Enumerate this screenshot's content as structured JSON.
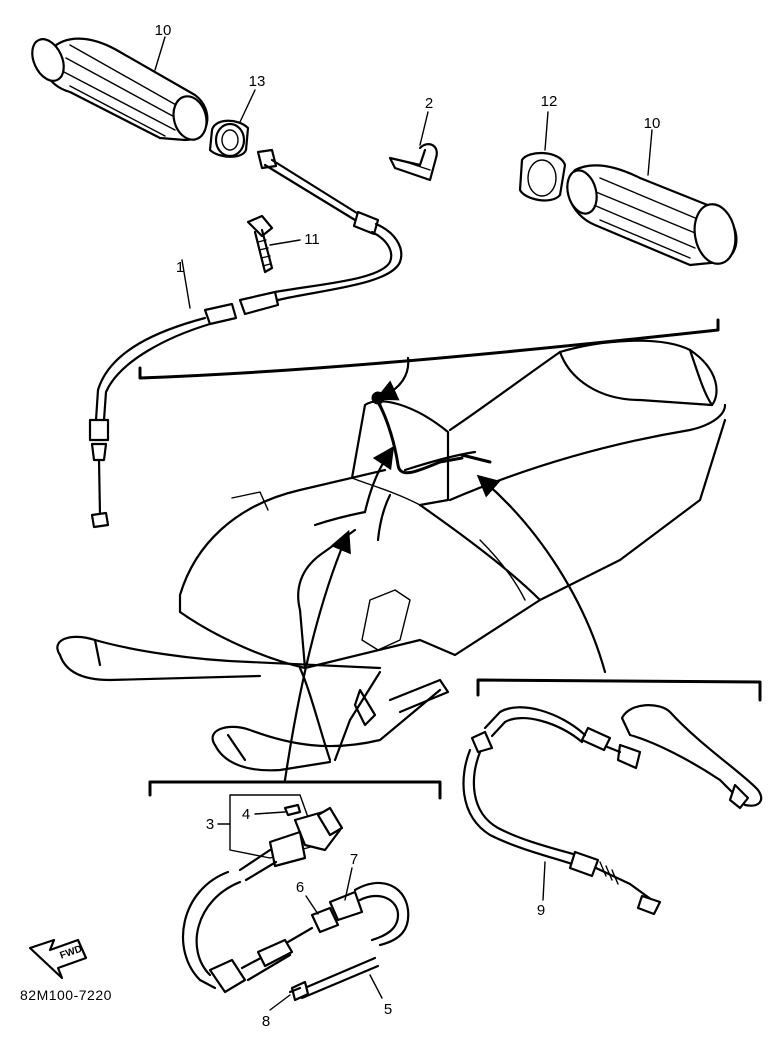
{
  "diagram": {
    "callouts": {
      "c1": "1",
      "c2": "2",
      "c3": "3",
      "c4": "4",
      "c5": "5",
      "c6": "6",
      "c7": "7",
      "c8": "8",
      "c9": "9",
      "c10_left": "10",
      "c10_right": "10",
      "c11": "11",
      "c12": "12",
      "c13": "13"
    },
    "fwd_label": "FWD",
    "drawing_code": "82M100-7220"
  }
}
